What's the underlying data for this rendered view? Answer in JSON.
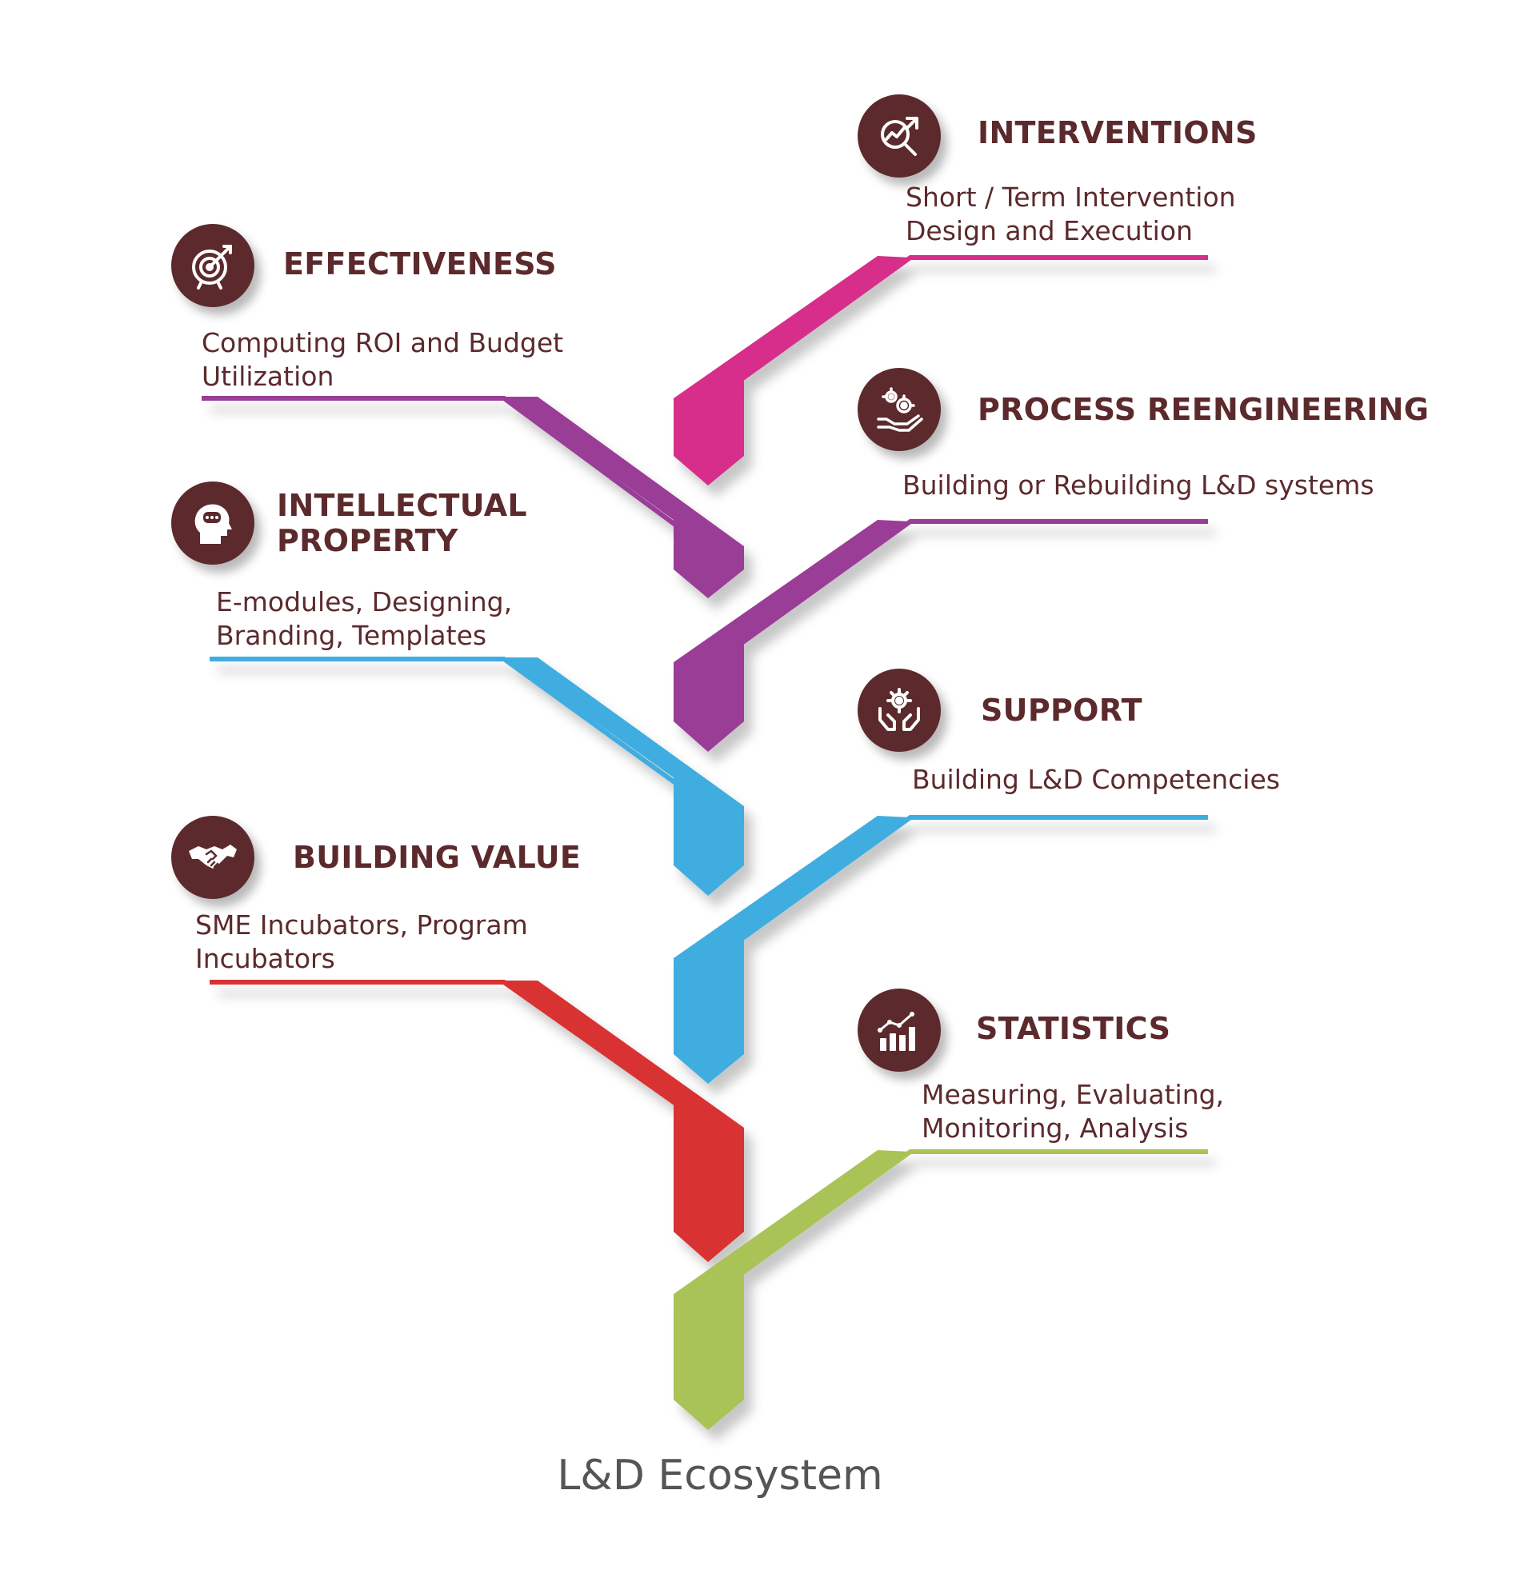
{
  "diagram_title": "L&D Ecosystem",
  "colors": {
    "icon_bg": "#5c2a2c",
    "text": "#5c2a2c",
    "magenta": "#d62f8a",
    "purple": "#9a3e97",
    "blue": "#3fade0",
    "red": "#d93333",
    "green": "#a9c356"
  },
  "branches": {
    "interventions": {
      "title": "INTERVENTIONS",
      "line1": "Short / Term Intervention",
      "line2": "Design and Execution",
      "icon": "chart-magnifier-icon",
      "color": "#d62f8a"
    },
    "effectiveness": {
      "title": "EFFECTIVENESS",
      "line1": "Computing ROI and Budget",
      "line2": "Utilization",
      "icon": "target-icon",
      "color": "#9a3e97"
    },
    "process_reengineering": {
      "title": "PROCESS REENGINEERING",
      "line1": "Building or Rebuilding L&D systems",
      "icon": "gears-hand-icon",
      "color": "#9a3e97"
    },
    "intellectual_property": {
      "title_line1": "INTELLECTUAL",
      "title_line2": "PROPERTY",
      "line1": "E-modules, Designing,",
      "line2": "Branding, Templates",
      "icon": "head-thought-icon",
      "color": "#3fade0"
    },
    "support": {
      "title": "SUPPORT",
      "line1": "Building L&D Competencies",
      "icon": "gear-hands-icon",
      "color": "#3fade0"
    },
    "building_value": {
      "title": "BUILDING VALUE",
      "line1": "SME Incubators, Program",
      "line2": "Incubators",
      "icon": "handshake-icon",
      "color": "#d93333"
    },
    "statistics": {
      "title": "STATISTICS",
      "line1": "Measuring, Evaluating,",
      "line2": "Monitoring, Analysis",
      "icon": "bar-chart-icon",
      "color": "#a9c356"
    }
  }
}
